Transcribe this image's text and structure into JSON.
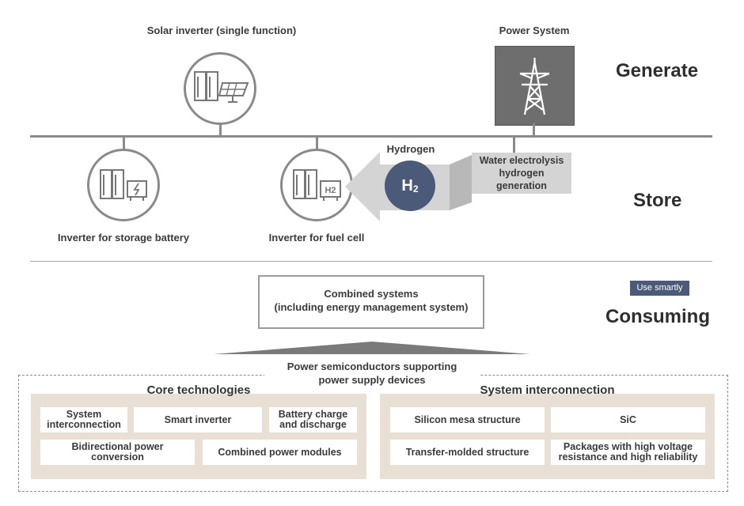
{
  "generate": {
    "solar_inverter_label": "Solar inverter (single function)",
    "power_system_label": "Power System",
    "stage_label": "Generate",
    "solar_icon": "inverter-solar-panel-icon",
    "tower_icon": "transmission-tower-icon"
  },
  "store": {
    "stage_label": "Store",
    "storage_battery_label": "Inverter for storage battery",
    "fuel_cell_label": "Inverter for fuel cell",
    "hydrogen_label": "Hydrogen",
    "h2_symbol": "H",
    "h2_subscript": "2",
    "electrolysis_label": "Water electrolysis hydrogen generation",
    "battery_icon": "inverter-battery-icon",
    "fuel_cell_icon": "inverter-h2-tank-icon",
    "fuel_cell_h2_text": "H2"
  },
  "consume": {
    "stage_label": "Consuming",
    "badge": "Use smartly",
    "combined_line1": "Combined systems",
    "combined_line2": "(including energy management system)",
    "semis_line1": "Power semiconductors supporting",
    "semis_line2": "power supply devices"
  },
  "core": {
    "title": "Core technologies",
    "items": [
      "System interconnection",
      "Smart inverter",
      "Battery charge and discharge",
      "Bidirectional power conversion",
      "Combined power modules"
    ]
  },
  "interconnect": {
    "title": "System interconnection",
    "items": [
      "Silicon mesa structure",
      "SiC",
      "Transfer-molded structure",
      "Packages with high voltage resistance and high reliability"
    ]
  },
  "colors": {
    "line": "#8a8a8a",
    "tower_box": "#6e6e6e",
    "h2_circle": "#4a5a78",
    "arrow": "#d4d4d4",
    "panel": "#e8e0d4",
    "badge": "#4a5a78"
  }
}
